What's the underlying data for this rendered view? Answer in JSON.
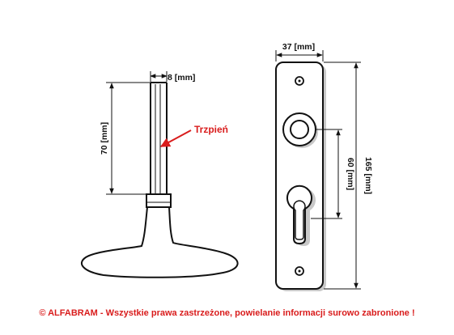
{
  "labels": {
    "pin_width": "8 [mm]",
    "pin_length": "70 [mm]",
    "pin_name": "Trzpień",
    "plate_width": "37 [mm]",
    "hole_spacing": "60 [mm]",
    "plate_height": "165 [mm]"
  },
  "footer": {
    "copyright": "© ALFABRAM - Wszystkie prawa zastrzeżone, powielanie informacji surowo zabronione !"
  },
  "colors": {
    "line": "#111111",
    "accent": "#d91c1c",
    "plate_shadow": "#c8c8c8"
  }
}
